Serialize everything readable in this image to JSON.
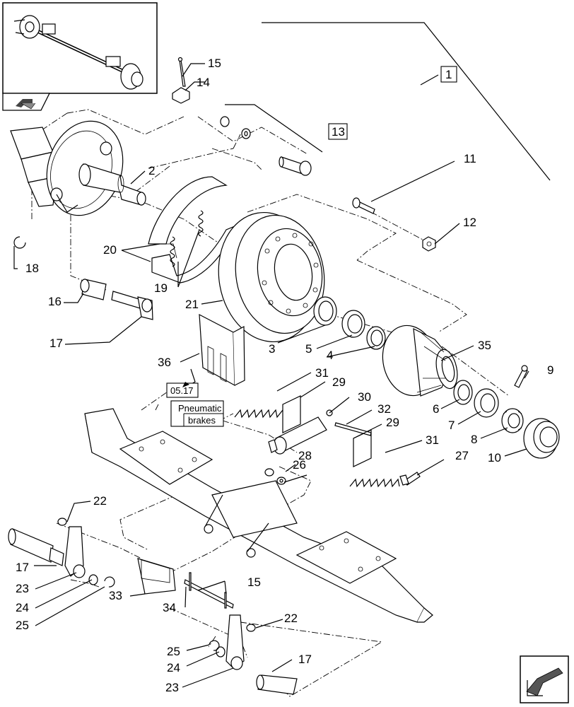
{
  "diagram": {
    "callouts": [
      {
        "id": "c1",
        "label": "1",
        "boxed": true
      },
      {
        "id": "c2",
        "label": "2"
      },
      {
        "id": "c3",
        "label": "3"
      },
      {
        "id": "c4",
        "label": "4"
      },
      {
        "id": "c5",
        "label": "5"
      },
      {
        "id": "c6",
        "label": "6"
      },
      {
        "id": "c7",
        "label": "7"
      },
      {
        "id": "c8",
        "label": "8"
      },
      {
        "id": "c9",
        "label": "9"
      },
      {
        "id": "c10",
        "label": "10"
      },
      {
        "id": "c11",
        "label": "11"
      },
      {
        "id": "c12",
        "label": "12"
      },
      {
        "id": "c13",
        "label": "13",
        "boxed": true
      },
      {
        "id": "c14",
        "label": "14"
      },
      {
        "id": "c15a",
        "label": "15"
      },
      {
        "id": "c15b",
        "label": "15"
      },
      {
        "id": "c16",
        "label": "16"
      },
      {
        "id": "c17a",
        "label": "17"
      },
      {
        "id": "c17b",
        "label": "17"
      },
      {
        "id": "c17c",
        "label": "17"
      },
      {
        "id": "c18",
        "label": "18"
      },
      {
        "id": "c19",
        "label": "19"
      },
      {
        "id": "c20",
        "label": "20"
      },
      {
        "id": "c21",
        "label": "21"
      },
      {
        "id": "c22a",
        "label": "22"
      },
      {
        "id": "c22b",
        "label": "22"
      },
      {
        "id": "c23a",
        "label": "23"
      },
      {
        "id": "c23b",
        "label": "23"
      },
      {
        "id": "c24a",
        "label": "24"
      },
      {
        "id": "c24b",
        "label": "24"
      },
      {
        "id": "c25a",
        "label": "25"
      },
      {
        "id": "c25b",
        "label": "25"
      },
      {
        "id": "c26",
        "label": "26"
      },
      {
        "id": "c27",
        "label": "27"
      },
      {
        "id": "c28",
        "label": "28"
      },
      {
        "id": "c29a",
        "label": "29"
      },
      {
        "id": "c29b",
        "label": "29"
      },
      {
        "id": "c30",
        "label": "30"
      },
      {
        "id": "c31a",
        "label": "31"
      },
      {
        "id": "c31b",
        "label": "31"
      },
      {
        "id": "c32",
        "label": "32"
      },
      {
        "id": "c33",
        "label": "33"
      },
      {
        "id": "c34",
        "label": "34"
      },
      {
        "id": "c35",
        "label": "35"
      },
      {
        "id": "c36",
        "label": "36"
      }
    ],
    "reference_box": {
      "label": "05.17"
    },
    "note_box": {
      "line1": "Pneumatic",
      "line2": "brakes"
    }
  }
}
